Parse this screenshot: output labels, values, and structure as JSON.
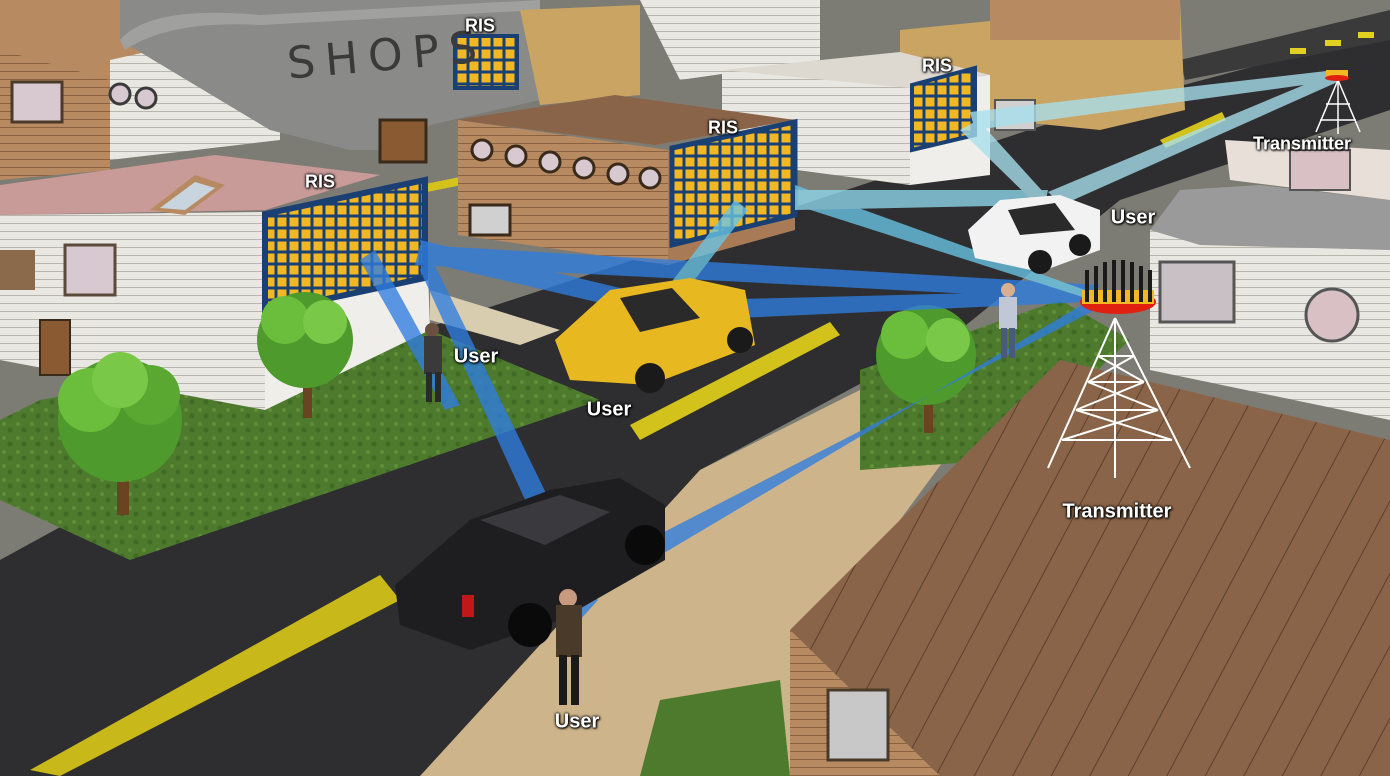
{
  "labels": {
    "ris_1": "RIS",
    "ris_2": "RIS",
    "ris_3": "RIS",
    "ris_4": "RIS",
    "user_1": "User",
    "user_2": "User",
    "user_3": "User",
    "user_4": "User",
    "transmitter_main": "Transmitter",
    "transmitter_far": "Transmitter",
    "shops_sign": "SHOPS"
  },
  "colors": {
    "beam": "#2f7de0",
    "beam_light": "#8fd8ec",
    "ris_panel": "#f2b824",
    "ris_frame": "#1a3f73",
    "road": "#2e2e30",
    "road_marking": "#d4c21c",
    "grass": "#4e7a2e",
    "tree": "#5aa832",
    "sidewalk": "#cdb48a",
    "antenna_red": "#e02010"
  },
  "icons": [
    "building-icon",
    "tree-icon",
    "car-icon",
    "person-icon",
    "tower-icon",
    "ris-panel-icon"
  ]
}
